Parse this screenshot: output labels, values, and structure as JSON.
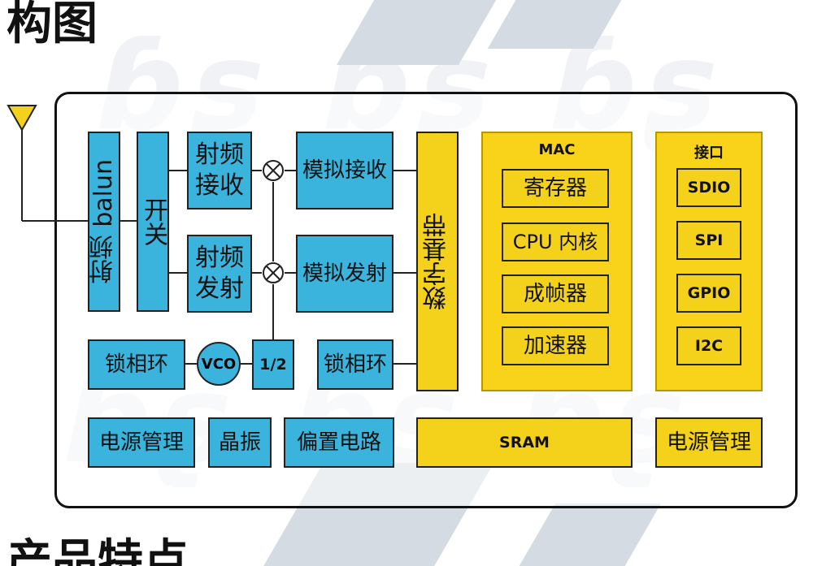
{
  "headings": {
    "top": "构图",
    "bottom": "产品特点"
  },
  "colors": {
    "blue": "#3ab4dc",
    "yellow": "#f4d21c",
    "frame": "#111111"
  },
  "rf": {
    "balun": "射频 balun",
    "switch": "开关",
    "rx_rf": "射频接收",
    "tx_rf": "射频发射",
    "rx_analog": "模拟接收",
    "tx_analog": "模拟发射",
    "pll_left": "锁相环",
    "vco": "VCO",
    "div": "1/2",
    "pll_right": "锁相环",
    "mixer_icon": "mixer-icon"
  },
  "baseband": {
    "label": "数字基带"
  },
  "mac": {
    "title": "MAC",
    "items": [
      "寄存器",
      "CPU 内核",
      "成帧器",
      "加速器"
    ]
  },
  "iface": {
    "title": "接口",
    "items": [
      "SDIO",
      "SPI",
      "GPIO",
      "I2C"
    ]
  },
  "bottom_row": {
    "power_left": "电源管理",
    "crystal": "晶振",
    "bias": "偏置电路",
    "sram": "SRAM",
    "power_right": "电源管理"
  }
}
